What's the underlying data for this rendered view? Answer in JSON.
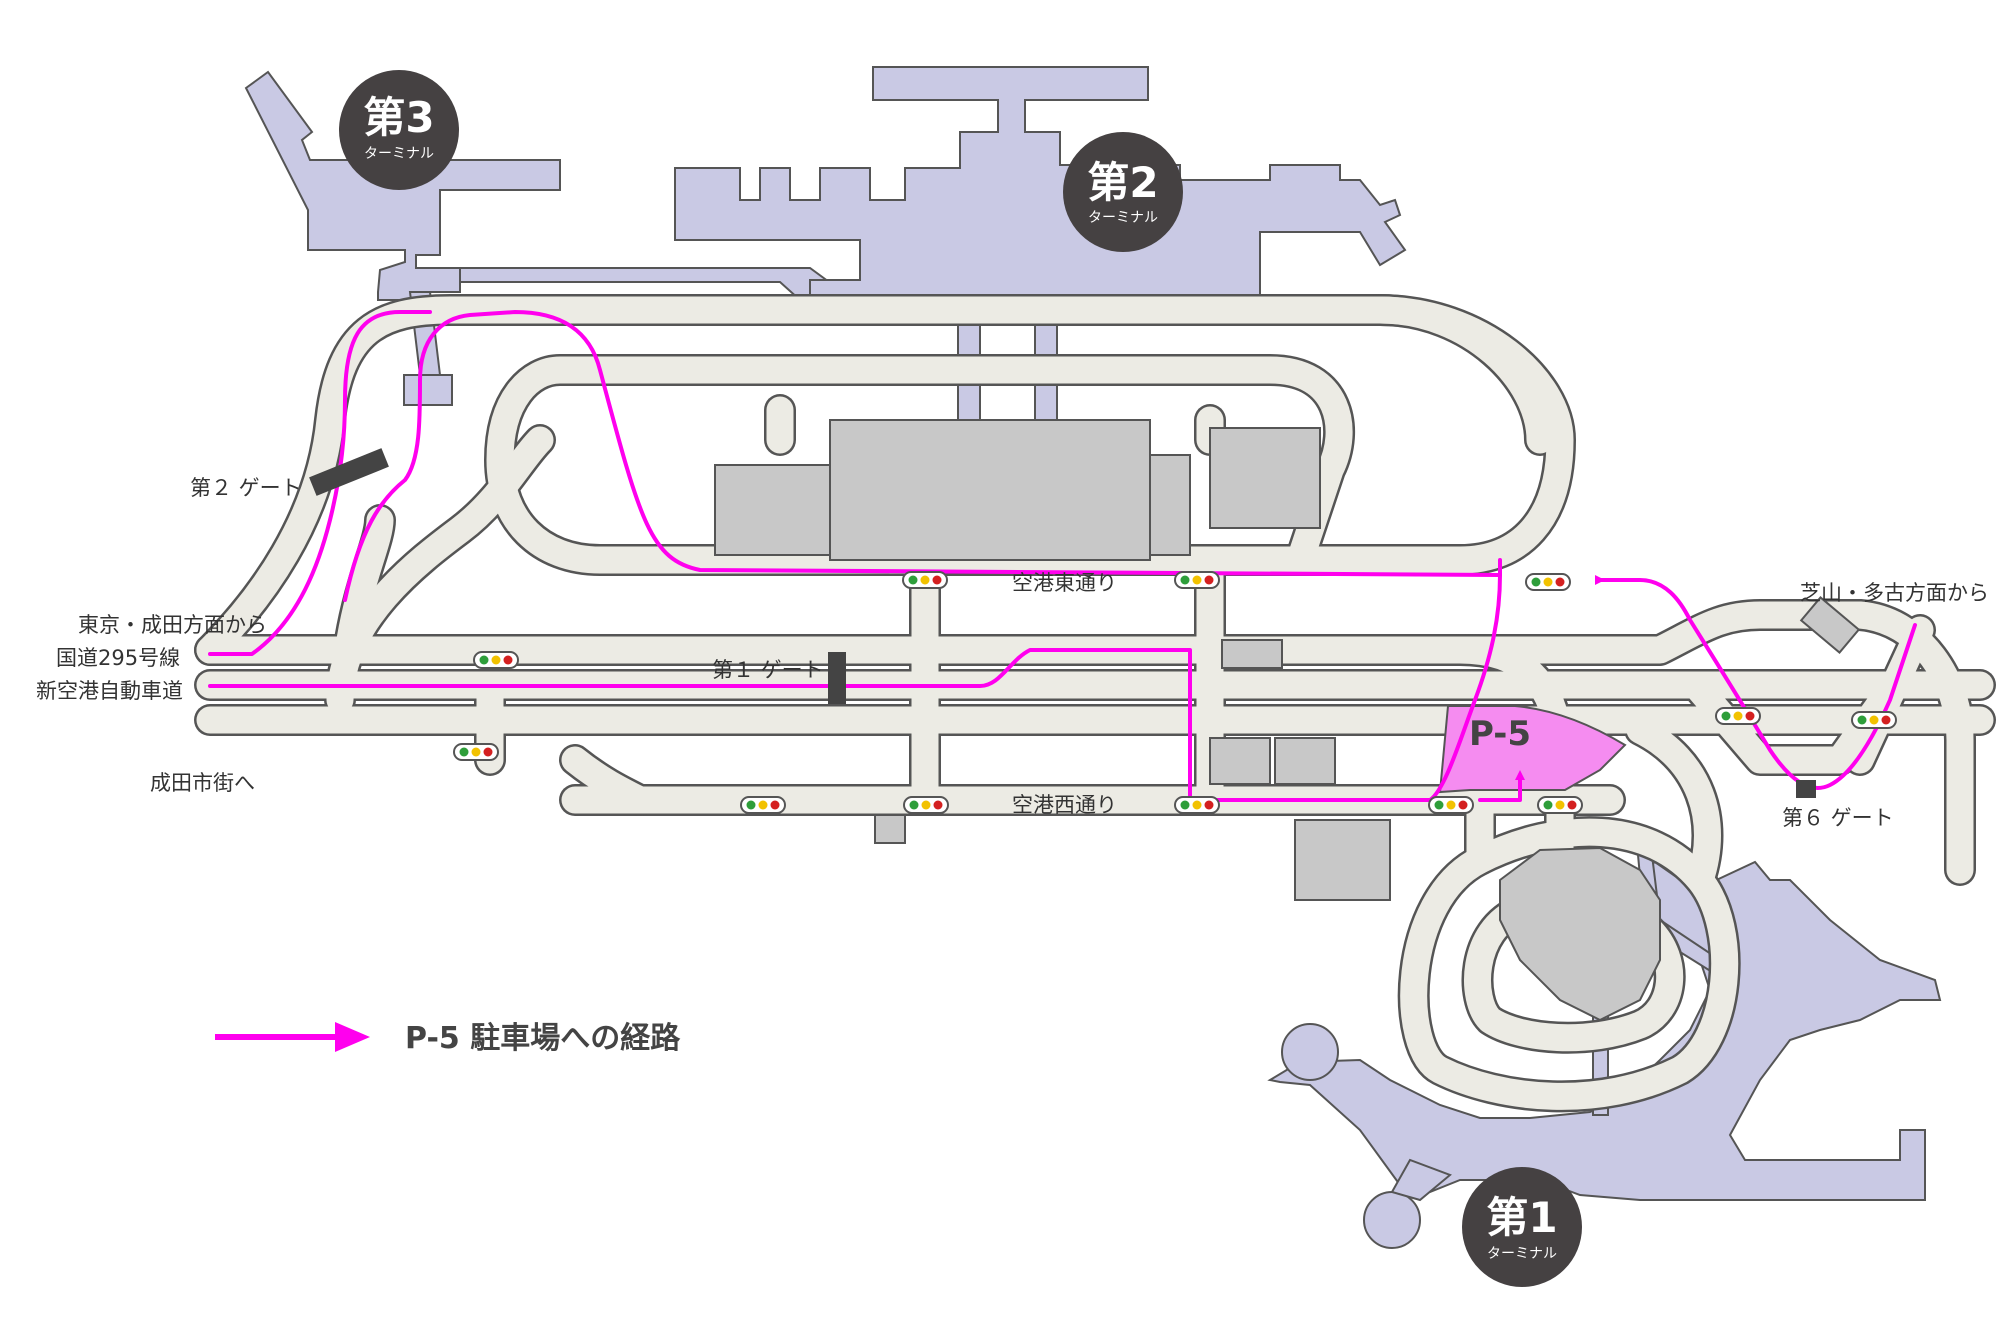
{
  "terminals": {
    "t1": {
      "number": "第1",
      "sub": "ターミナル"
    },
    "t2": {
      "number": "第2",
      "sub": "ターミナル"
    },
    "t3": {
      "number": "第3",
      "sub": "ターミナル"
    }
  },
  "gates": {
    "gate1": "第１ ゲート",
    "gate2": "第２ ゲート",
    "gate6": "第６ ゲート"
  },
  "roads": {
    "east": "空港東通り",
    "west": "空港西通り"
  },
  "entrances": {
    "tokyo_narita": "東京・成田方面から",
    "route295": "国道295号線",
    "shinkuko": "新空港自動車道",
    "narita_city": "成田市街へ",
    "shibayama": "芝山・多古方面から"
  },
  "parking": {
    "name": "P-5"
  },
  "legend": {
    "label": "P-5 駐車場への経路"
  },
  "colors": {
    "road_fill": "#ecebe4",
    "road_outline": "#555555",
    "terminal": "#c9c9e4",
    "building": "#c8c8c8",
    "route": "#ff00ee",
    "parking": "#f58cf0",
    "badge": "#454142",
    "gate_bar": "#444444"
  },
  "icons": {
    "traffic_signal": "traffic-signal-icon",
    "route_arrow": "route-arrow-icon"
  }
}
